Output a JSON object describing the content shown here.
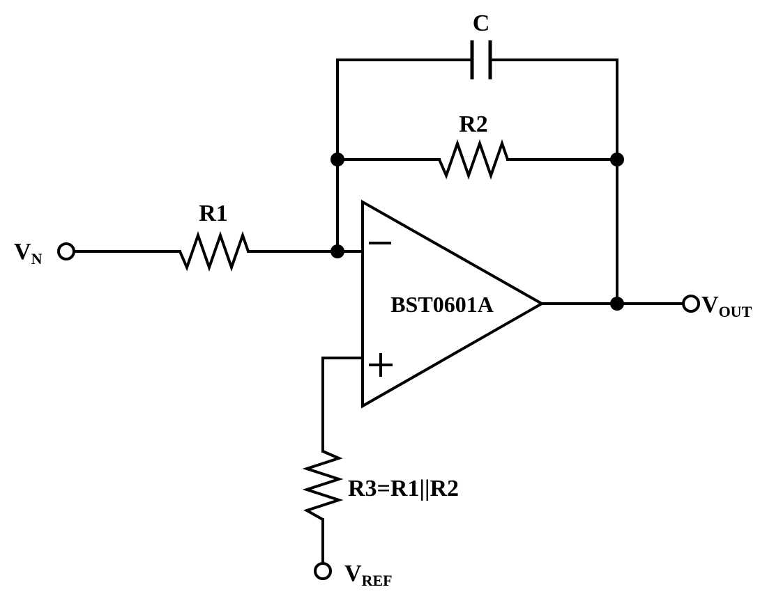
{
  "components": {
    "capacitor": {
      "label": "C"
    },
    "feedback_resistor": {
      "label": "R2"
    },
    "input_resistor": {
      "label": "R1"
    },
    "bias_resistor": {
      "label": "R3=R1||R2"
    },
    "opamp": {
      "part_number": "BST0601A",
      "inverting_symbol": "minus",
      "noninverting_symbol": "plus"
    }
  },
  "terminals": {
    "input": {
      "main": "V",
      "sub": "N"
    },
    "output": {
      "main": "V",
      "sub": "OUT"
    },
    "reference": {
      "main": "V",
      "sub": "REF"
    }
  }
}
